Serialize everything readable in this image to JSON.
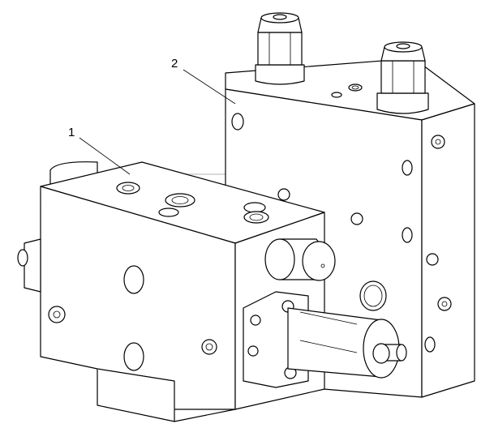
{
  "callouts": [
    {
      "id": "1",
      "label": "1"
    },
    {
      "id": "2",
      "label": "2"
    }
  ],
  "colors": {
    "line": "#000000",
    "fill": "#ffffff",
    "watermark": "#d9d9d9"
  }
}
